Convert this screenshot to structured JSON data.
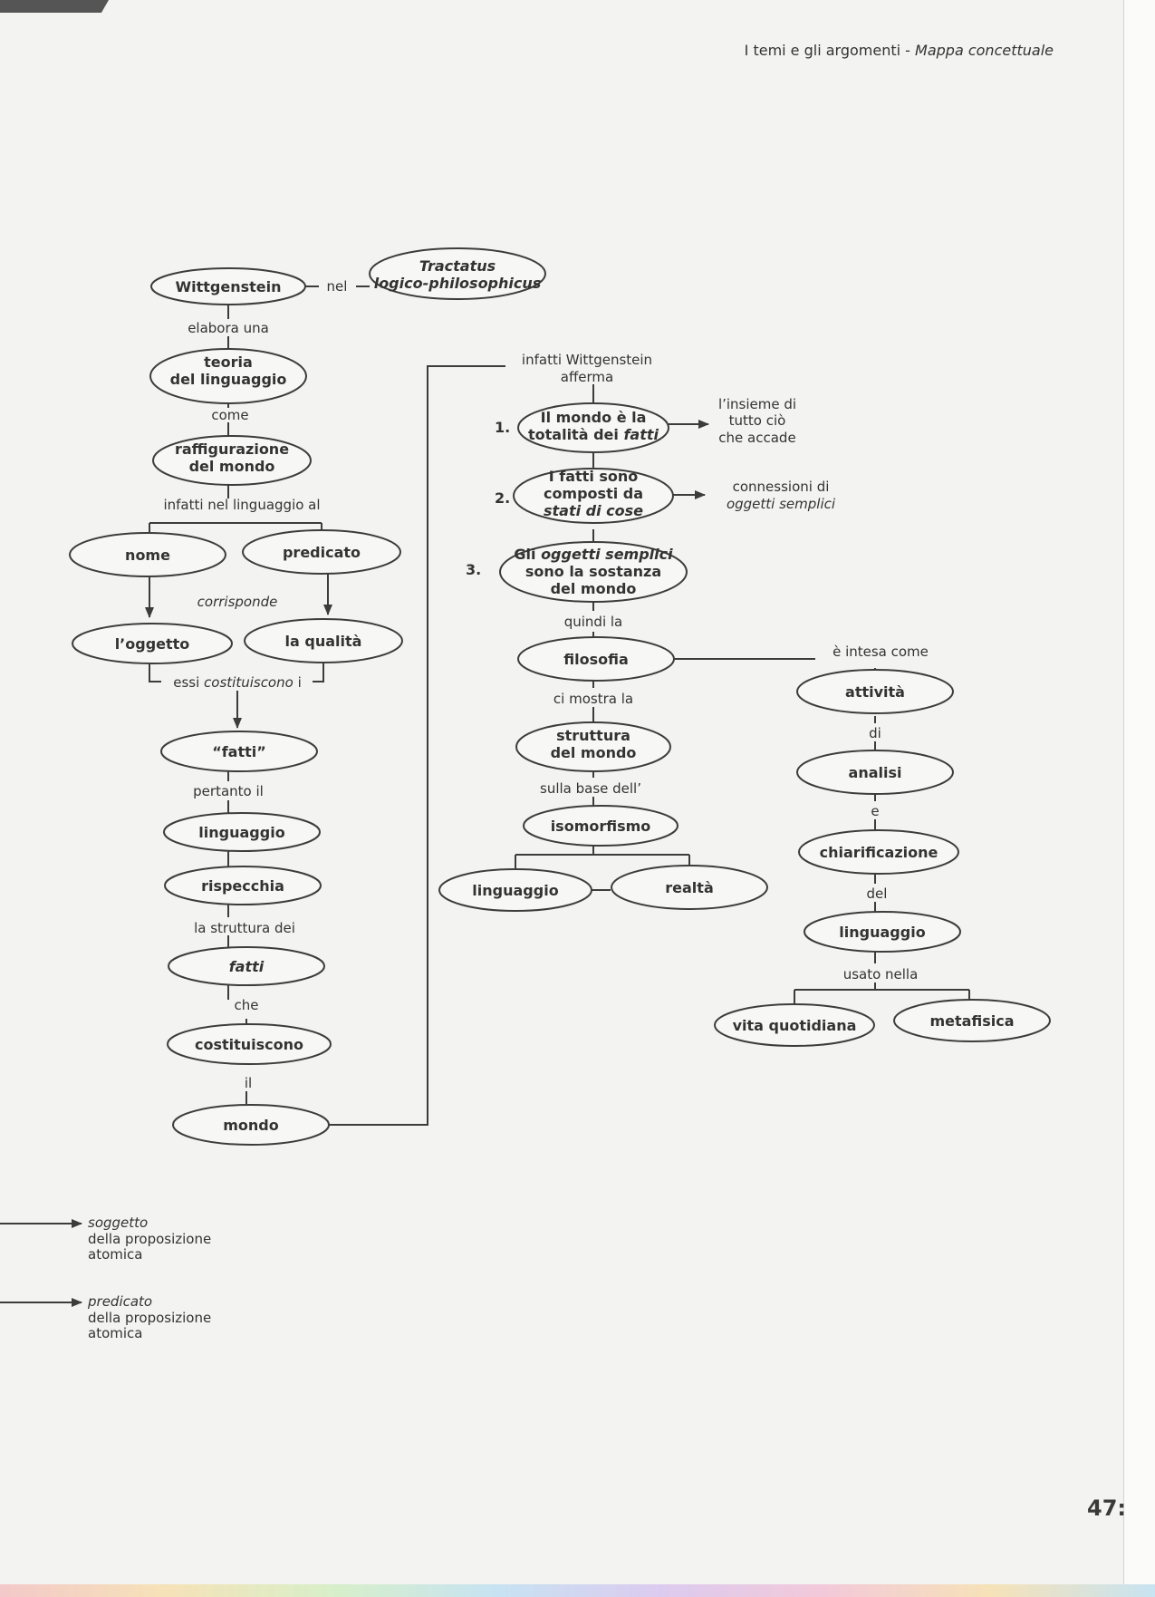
{
  "header": {
    "text": "I temi e gli argomenti - ",
    "italic": "Mappa concettuale"
  },
  "page_number": "47:",
  "nodes": {
    "wittgenstein": "Wittgenstein",
    "tractatus": [
      "Tractatus",
      "logico-philosophicus"
    ],
    "teoria": [
      "teoria",
      "del linguaggio"
    ],
    "raffigurazione": [
      "raffigurazione",
      "del mondo"
    ],
    "nome": "nome",
    "predicato": "predicato",
    "oggetto": "l’oggetto",
    "qualita": "la qualità",
    "fatti_quoted": "“fatti”",
    "linguaggio_left": "linguaggio",
    "rispecchia": "rispecchia",
    "fatti": "fatti",
    "costituiscono": "costituiscono",
    "mondo": "mondo",
    "mondo_totalita": [
      "Il mondo è la",
      "totalità dei ",
      "fatti"
    ],
    "fatti_composti": [
      "I fatti sono",
      "composti da",
      "stati di cose"
    ],
    "oggetti_semplici": [
      "Gli ",
      "oggetti semplici",
      "sono la sostanza",
      "del mondo"
    ],
    "filosofia": "filosofia",
    "struttura": [
      "struttura",
      "del mondo"
    ],
    "isomorfismo": "isomorfismo",
    "linguaggio_mid": "linguaggio",
    "realta": "realtà",
    "attivita": "attività",
    "analisi": "analisi",
    "chiarificazione": "chiarificazione",
    "linguaggio_right": "linguaggio",
    "vita": "vita quotidiana",
    "metafisica": "metafisica"
  },
  "labels": {
    "nel": "nel",
    "elabora_una": "elabora una",
    "come": "come",
    "infatti_nel": "infatti nel linguaggio al",
    "corrisponde": "corrisponde",
    "essi_pre": "essi ",
    "essi_it": "costituiscono",
    "essi_post": " i",
    "pertanto": "pertanto il",
    "struttura_dei": "la struttura dei",
    "che": "che",
    "il": "il",
    "infatti_w": [
      "infatti Wittgenstein",
      "afferma"
    ],
    "num1": "1.",
    "num2": "2.",
    "num3": "3.",
    "insieme": [
      "l’insieme di",
      "tutto ciò",
      "che accade"
    ],
    "connessioni": [
      "connessioni di",
      "oggetti semplici"
    ],
    "quindi_la": "quindi la",
    "ci_mostra": "ci mostra la",
    "sulla_base": "sulla base dell’",
    "intesa": "è intesa come",
    "di": "di",
    "e": "e",
    "del": "del",
    "usato_nella": "usato nella"
  },
  "legend": [
    {
      "italic": "soggetto",
      "lines": [
        "della proposizione",
        "atomica"
      ]
    },
    {
      "italic": "predicato",
      "lines": [
        "della proposizione",
        "atomica"
      ]
    }
  ]
}
